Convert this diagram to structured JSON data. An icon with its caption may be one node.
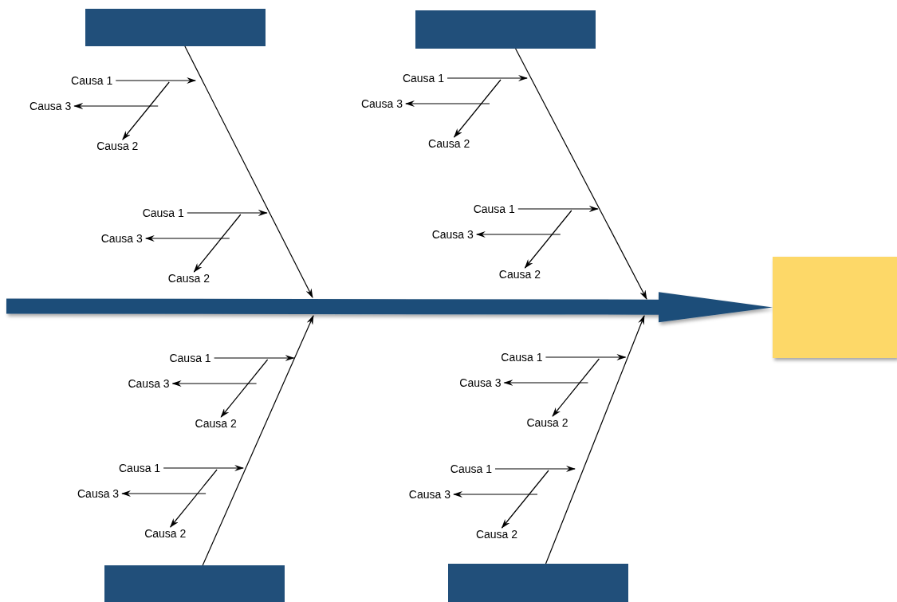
{
  "diagram": {
    "nodes": [
      {
        "text": [],
        "shape": "box"
      },
      {
        "text": [],
        "shape": "box"
      },
      {
        "text": [],
        "shape": "box"
      },
      {
        "text": [],
        "shape": "box"
      },
      {
        "text": [],
        "shape": "box"
      },
      {
        "text": [
          "Causa 1"
        ]
      },
      {
        "text": [
          "Causa 3"
        ]
      },
      {
        "text": [
          "Causa 2"
        ]
      },
      {
        "text": [
          "Causa 1"
        ]
      },
      {
        "text": [
          "Causa 3"
        ]
      },
      {
        "text": [
          "Causa 2"
        ]
      },
      {
        "text": [
          "Causa 1"
        ]
      },
      {
        "text": [
          "Causa 3"
        ]
      },
      {
        "text": [
          "Causa 2"
        ]
      },
      {
        "text": [
          "Causa 1"
        ]
      },
      {
        "text": [
          "Causa 3"
        ]
      },
      {
        "text": [
          "Causa 2"
        ]
      },
      {
        "text": [
          "Causa 1"
        ]
      },
      {
        "text": [
          "Causa 3"
        ]
      },
      {
        "text": [
          "Causa 2"
        ]
      },
      {
        "text": [
          "Causa 1"
        ]
      },
      {
        "text": [
          "Causa 3"
        ]
      },
      {
        "text": [
          "Causa 2"
        ]
      },
      {
        "text": [
          "Causa 1"
        ]
      },
      {
        "text": [
          "Causa 3"
        ]
      },
      {
        "text": [
          "Causa 2"
        ]
      },
      {
        "text": [
          "Causa 1"
        ]
      },
      {
        "text": [
          "Causa 3"
        ]
      },
      {
        "text": [
          "Causa 2"
        ]
      }
    ],
    "edges": [
      {
        "from": null,
        "to": 4,
        "arrow": "to",
        "style": "thick",
        "color": "#1f4e79"
      },
      {
        "from": 0,
        "to": null,
        "arrow": "to"
      },
      {
        "from": 1,
        "to": null,
        "arrow": "to"
      },
      {
        "from": 2,
        "to": null,
        "arrow": "to"
      },
      {
        "from": 3,
        "to": null,
        "arrow": "to"
      },
      {
        "from": 5,
        "to": null,
        "arrow": "to"
      },
      {
        "from": null,
        "to": 6,
        "arrow": "to"
      },
      {
        "from": null,
        "to": 7,
        "arrow": "to"
      },
      {
        "from": 8,
        "to": null,
        "arrow": "to"
      },
      {
        "from": null,
        "to": 9,
        "arrow": "to"
      },
      {
        "from": null,
        "to": 10,
        "arrow": "to"
      },
      {
        "from": 11,
        "to": null,
        "arrow": "to"
      },
      {
        "from": null,
        "to": 12,
        "arrow": "to"
      },
      {
        "from": null,
        "to": 13,
        "arrow": "to"
      },
      {
        "from": 14,
        "to": null,
        "arrow": "to"
      },
      {
        "from": null,
        "to": 15,
        "arrow": "to"
      },
      {
        "from": null,
        "to": 16,
        "arrow": "to"
      },
      {
        "from": 17,
        "to": null,
        "arrow": "to"
      },
      {
        "from": null,
        "to": 18,
        "arrow": "to"
      },
      {
        "from": null,
        "to": 19,
        "arrow": "to"
      },
      {
        "from": 20,
        "to": null,
        "arrow": "to"
      },
      {
        "from": null,
        "to": 21,
        "arrow": "to"
      },
      {
        "from": null,
        "to": 22,
        "arrow": "to"
      },
      {
        "from": 23,
        "to": null,
        "arrow": "to"
      },
      {
        "from": null,
        "to": 24,
        "arrow": "to"
      },
      {
        "from": null,
        "to": 25,
        "arrow": "to"
      },
      {
        "from": 26,
        "to": null,
        "arrow": "to"
      },
      {
        "from": null,
        "to": 27,
        "arrow": "to"
      },
      {
        "from": null,
        "to": 28,
        "arrow": "to"
      }
    ]
  }
}
